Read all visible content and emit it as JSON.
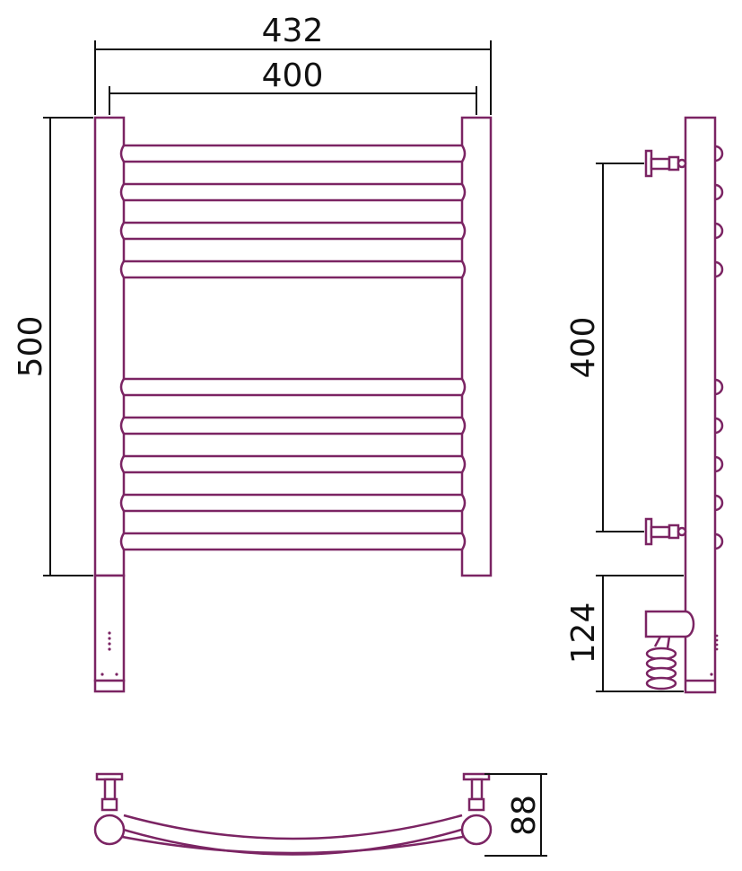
{
  "colors": {
    "outline": "#7b2463",
    "dimension": "#111111",
    "background": "#ffffff"
  },
  "dimensions": {
    "overall_width": "432",
    "bar_width": "400",
    "overall_height": "500",
    "mount_spacing": "400",
    "heater_height": "124",
    "depth": "88"
  }
}
